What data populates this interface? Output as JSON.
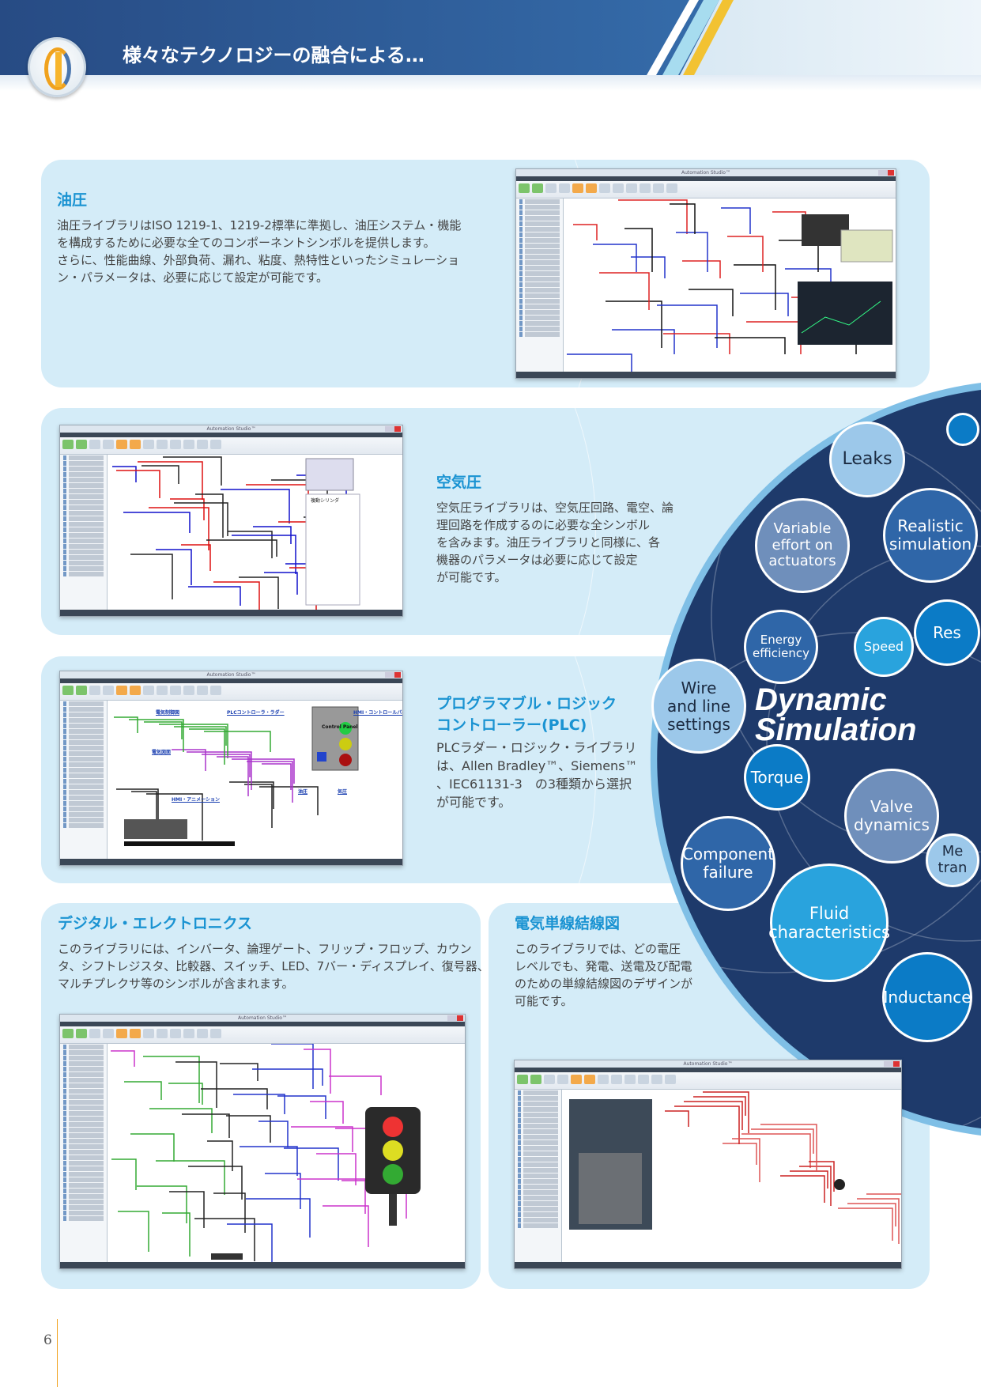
{
  "header": {
    "title": "様々なテクノロジーの融合による…"
  },
  "sections": [
    {
      "heading": "油圧",
      "lines": [
        "油圧ライブラリはISO 1219-1、1219-2標準に準拠し、油圧システム・機能",
        "を構成するために必要な全てのコンポーネントシンボルを提供します。",
        "さらに、性能曲線、外部負荷、漏れ、粘度、熱特性といったシミュレーショ",
        "ン・パラメータは、必要に応じて設定が可能です。"
      ]
    },
    {
      "heading": "空気圧",
      "lines": [
        "空気圧ライブラリは、空気圧回路、電空、論",
        "理回路を作成するのに必要な全シンボル",
        "を含みます。油圧ライブラリと同様に、各",
        "機器のパラメータは必要に応じて設定",
        "が可能です。"
      ]
    },
    {
      "heading_lines": [
        "プログラマブル・ロジック",
        "コントローラー(PLC)"
      ],
      "lines": [
        "PLCラダー・ロジック・ライブラリ",
        "は、Allen Bradley™、Siemens™",
        "、IEC61131-3　の3種類から選択",
        "が可能です。"
      ]
    },
    {
      "heading": "デジタル・エレクトロニクス",
      "lines": [
        "このライブラリには、インバータ、論理ゲート、フリップ・フロップ、カウン",
        "タ、シフトレジスタ、比較器、スイッチ、LED、7バー・ディスプレイ、復号器、",
        "マルチプレクサ等のシンボルが含まれます。"
      ]
    },
    {
      "heading": "電気単線結線図",
      "lines": [
        "このライブラリでは、どの電圧",
        "レベルでも、発電、送電及び配電",
        "のための単線結線図のデザインが",
        "可能です。"
      ]
    }
  ],
  "screenshots": {
    "app_title": "Automation Studio™",
    "pneumatic_panel_heading": "複動シリンダ",
    "plc_labels": [
      "電気制御図",
      "PLCコントローラ・ラダー",
      "HMI・コントロールパネル",
      "Control Panel",
      "電気図面",
      "HMI・アニメーション",
      "油圧",
      "気圧"
    ]
  },
  "diagram": {
    "title": "Dynamic Simulation",
    "bubbles": [
      "Leaks",
      "Realistic simulation",
      "Variable effort on actuators",
      "Energy efficiency",
      "Speed",
      "Res",
      "Wire and line settings",
      "Torque",
      "Valve dynamics",
      "Component failure",
      "Fluid characteristics",
      "Me tran",
      "Inductance"
    ]
  },
  "page_number": "6",
  "colors": {
    "accent": "#1a93d2",
    "panel": "#d4ecf8",
    "navy": "#1e3a6b"
  }
}
